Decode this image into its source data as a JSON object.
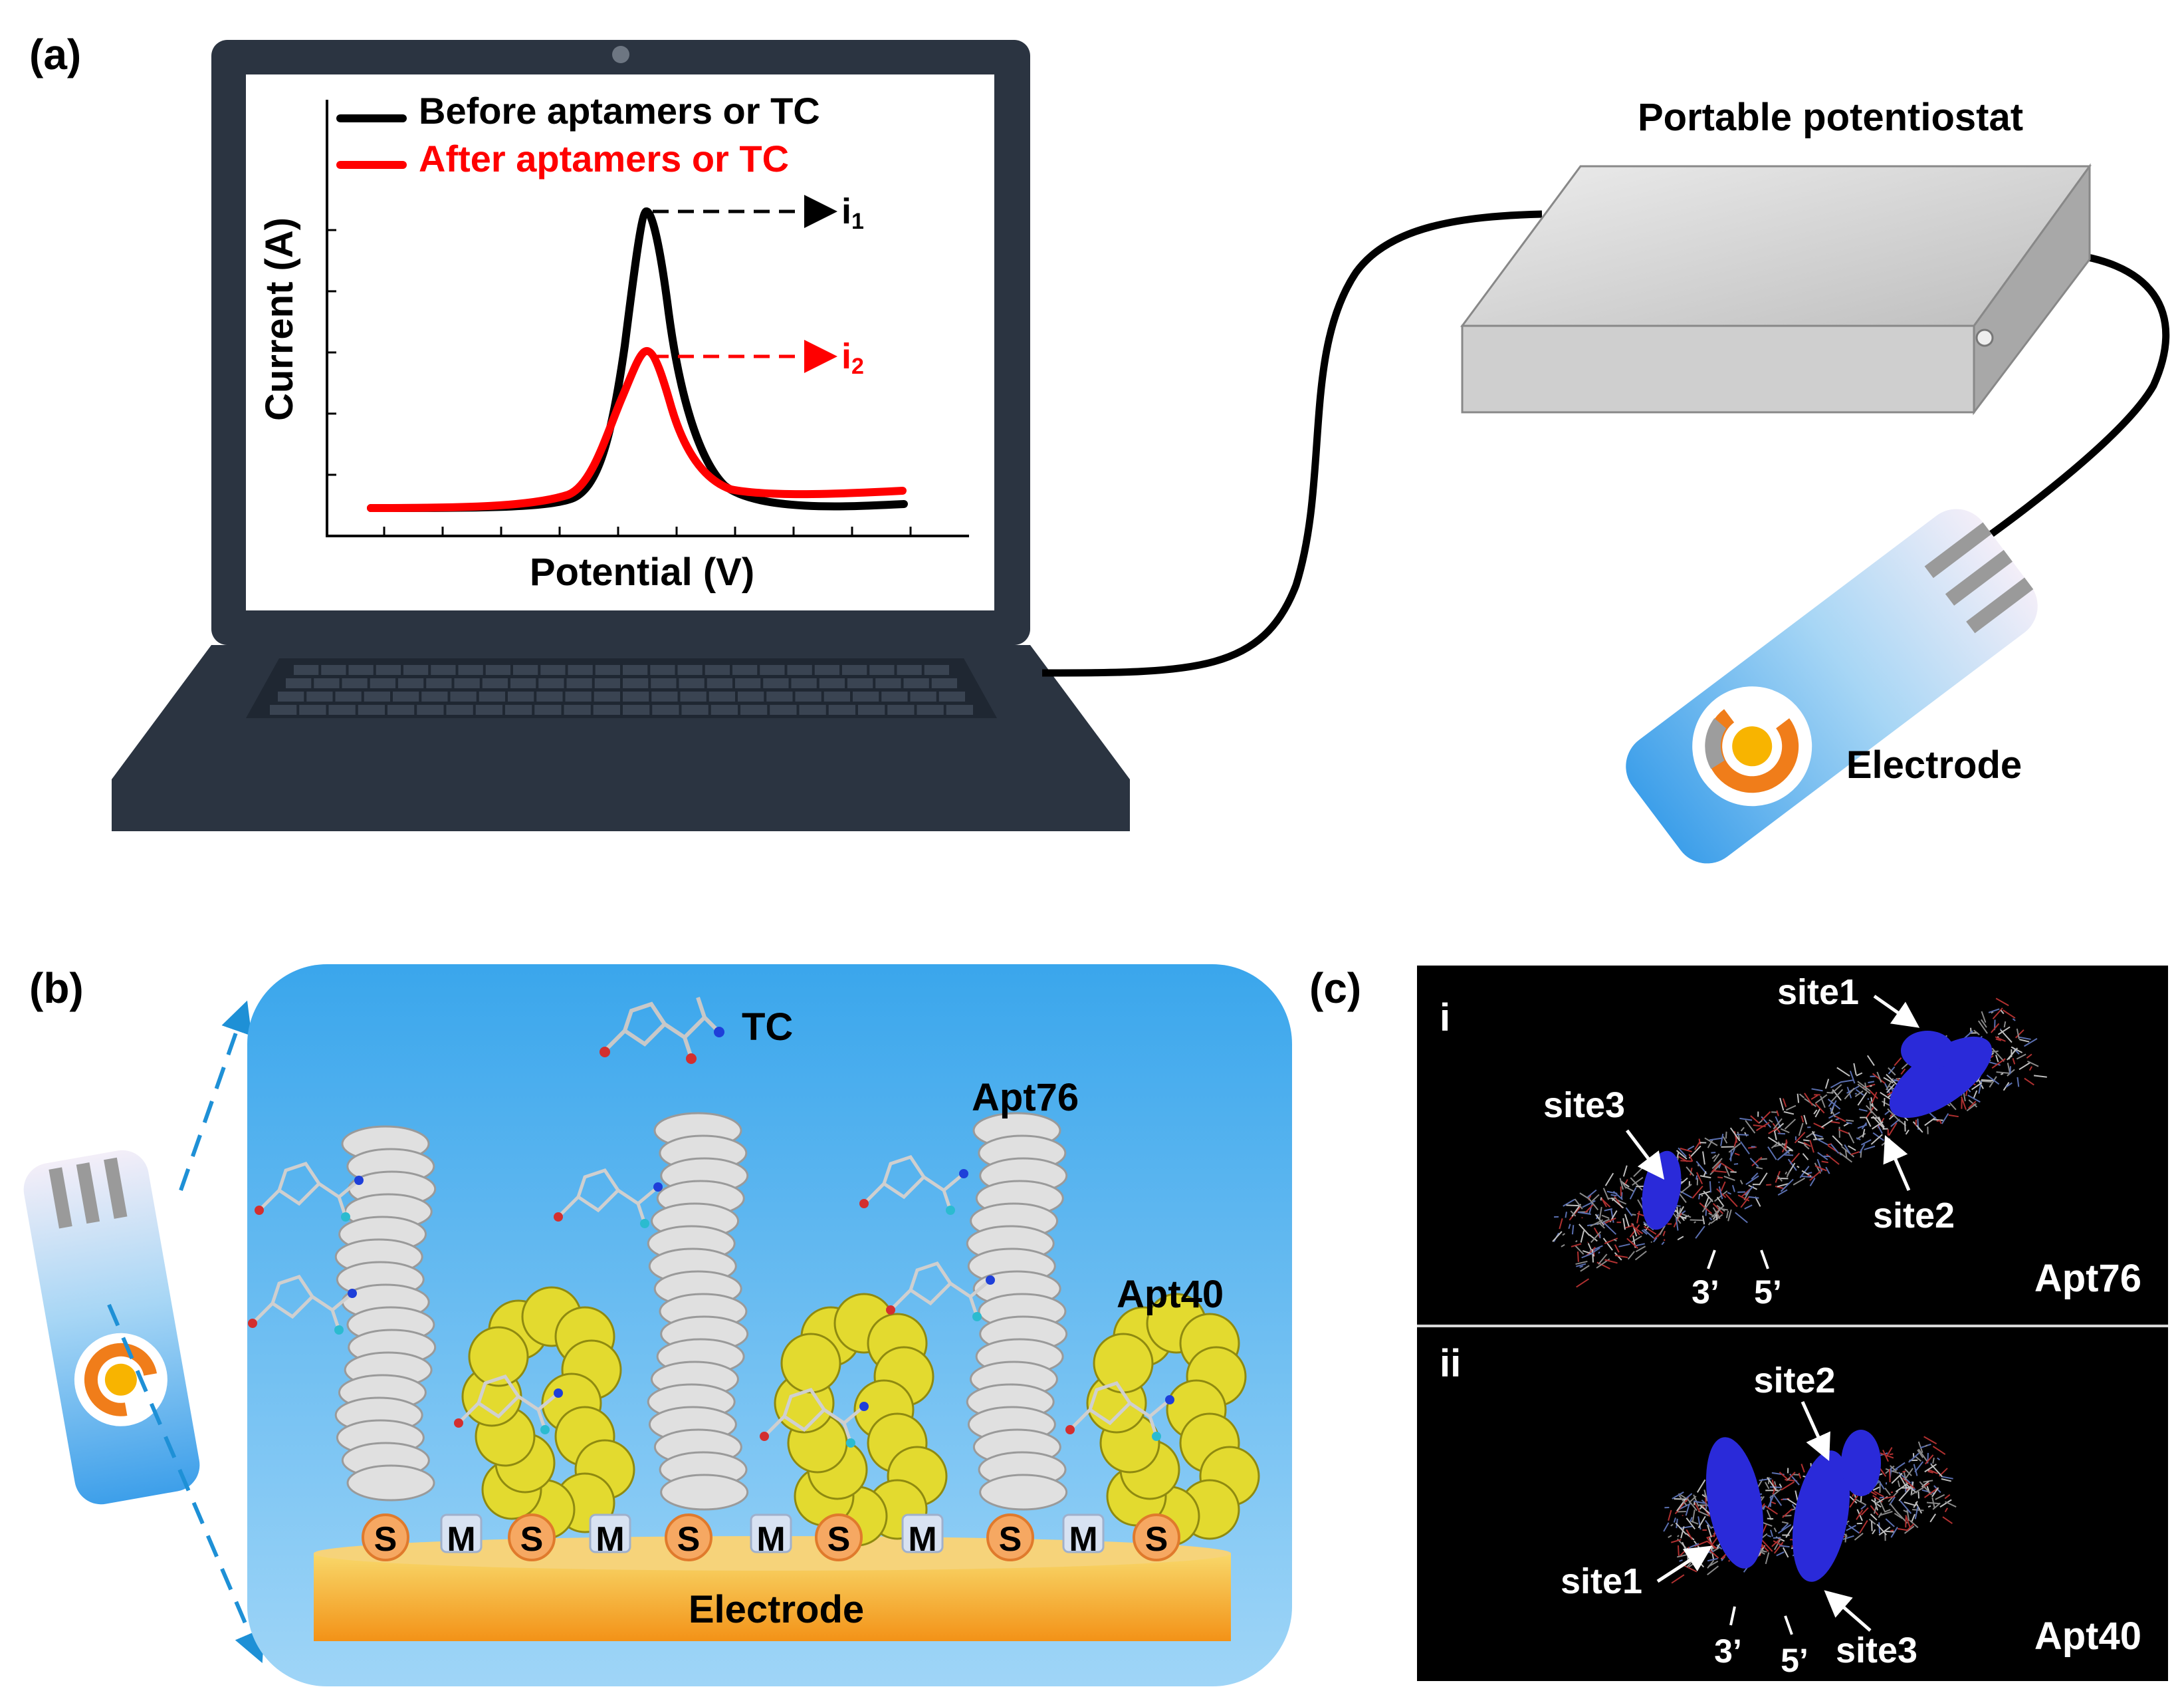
{
  "panel_a": {
    "tag": "(a)",
    "legend": [
      {
        "label": "Before aptamers or TC",
        "color": "#000000"
      },
      {
        "label": "After aptamers or TC",
        "color": "#ff0000"
      }
    ],
    "ylabel": "Current (A)",
    "xlabel": "Potential (V)",
    "peak_labels": {
      "i1_base": "i",
      "i1_sub": "1",
      "i2_base": "i",
      "i2_sub": "2"
    },
    "potentiostat_label": "Portable potentiostat",
    "electrode_label": "Electrode"
  },
  "panel_b": {
    "tag": "(b)",
    "tc_label": "TC",
    "apt76_label": "Apt76",
    "apt40_label": "Apt40",
    "base_label": "Electrode",
    "surface_markers": [
      "S",
      "M",
      "S",
      "M",
      "S",
      "M",
      "S",
      "M",
      "S",
      "M",
      "S"
    ]
  },
  "panel_c": {
    "tag": "(c)",
    "sub_i": {
      "roman": "i",
      "name": "Apt76",
      "sites": {
        "site1": "site1",
        "site2": "site2",
        "site3": "site3"
      },
      "ends": {
        "three": "3’",
        "five": "5’"
      }
    },
    "sub_ii": {
      "roman": "ii",
      "name": "Apt40",
      "sites": {
        "site1": "site1",
        "site2": "site2",
        "site3": "site3"
      },
      "ends": {
        "three": "3’",
        "five": "5’"
      }
    }
  },
  "colors": {
    "laptop": "#2b3441",
    "screen": "#ffffff",
    "black_curve": "#000000",
    "red_curve": "#ff0000",
    "liquid": "#4fb3ee",
    "gold_top": "#f5c74a",
    "gold_bottom": "#f39c1a",
    "aptamer76": "#e2e2e2",
    "aptamer40": "#e4dc3a",
    "molecule_dark": "#000000",
    "molecule_blue": "#2a2ad9"
  }
}
